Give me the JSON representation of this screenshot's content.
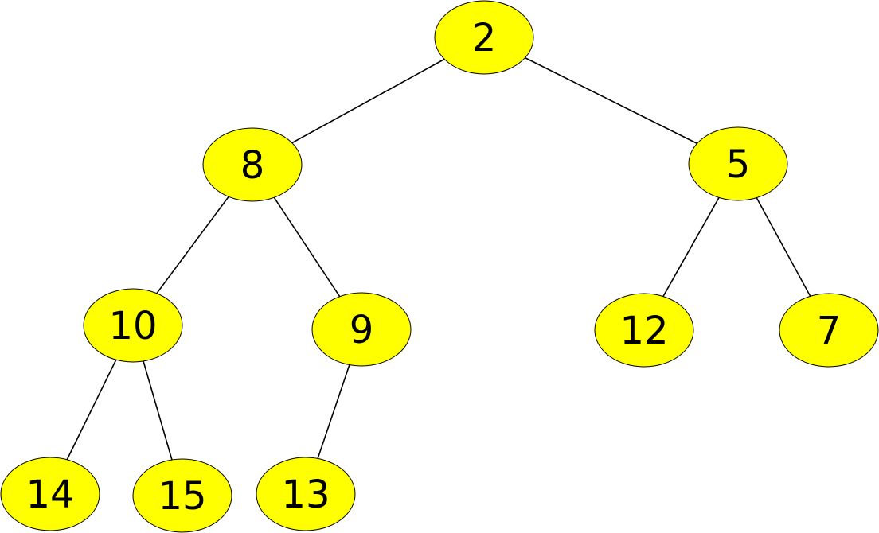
{
  "colors": {
    "node_fill": "#ffff00",
    "node_stroke": "#000000",
    "edge": "#000000",
    "background": "#ffffff"
  },
  "tree": {
    "nodes": [
      {
        "id": "n2",
        "label": "2"
      },
      {
        "id": "n8",
        "label": "8"
      },
      {
        "id": "n5",
        "label": "5"
      },
      {
        "id": "n10",
        "label": "10"
      },
      {
        "id": "n9",
        "label": "9"
      },
      {
        "id": "n12",
        "label": "12"
      },
      {
        "id": "n7",
        "label": "7"
      },
      {
        "id": "n14",
        "label": "14"
      },
      {
        "id": "n15",
        "label": "15"
      },
      {
        "id": "n13",
        "label": "13"
      }
    ],
    "edges": [
      {
        "from": "n2",
        "to": "n8"
      },
      {
        "from": "n2",
        "to": "n5"
      },
      {
        "from": "n8",
        "to": "n10"
      },
      {
        "from": "n8",
        "to": "n9"
      },
      {
        "from": "n5",
        "to": "n12"
      },
      {
        "from": "n5",
        "to": "n7"
      },
      {
        "from": "n10",
        "to": "n14"
      },
      {
        "from": "n10",
        "to": "n15"
      },
      {
        "from": "n9",
        "to": "n13"
      }
    ]
  }
}
